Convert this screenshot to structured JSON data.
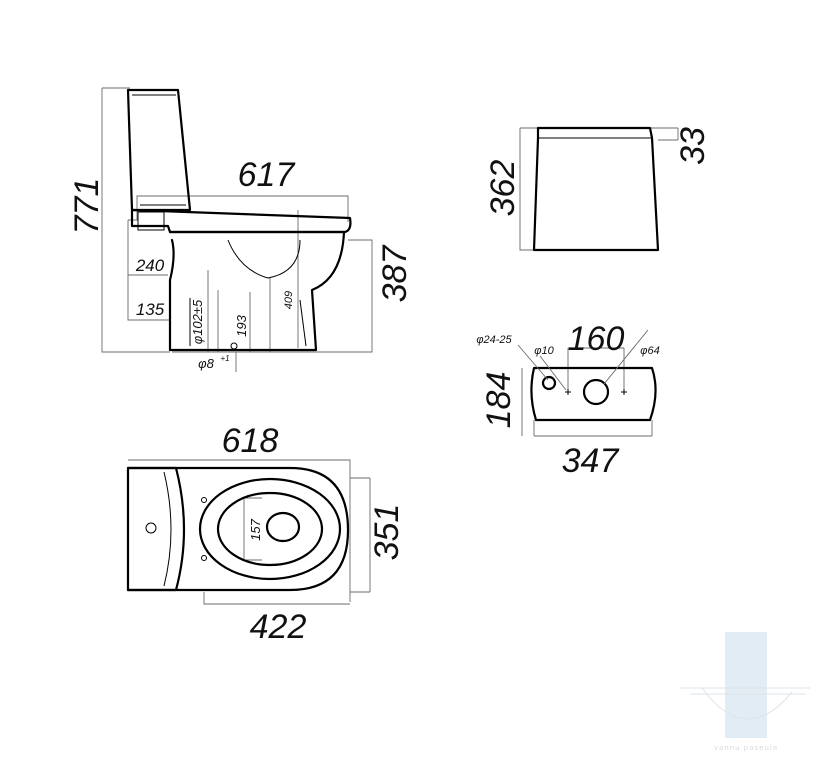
{
  "side_view": {
    "height_total": "771",
    "length": "617",
    "bowl_height": "387",
    "dim_240": "240",
    "dim_135": "135",
    "drain_offset": "φ102±5",
    "dim_193": "193",
    "dim_409": "409",
    "fixing_hole": "φ8",
    "fixing_hole_tol": "+1"
  },
  "tank_front": {
    "height": "362",
    "lid_height": "33"
  },
  "tank_top": {
    "hole_spacing": "160",
    "hole_a": "φ24-25",
    "hole_b": "φ10",
    "hole_c": "φ64",
    "depth": "184",
    "width": "347"
  },
  "top_view": {
    "length": "618",
    "width": "351",
    "bolt_distance": "422",
    "bolt_spacing": "157"
  },
  "watermark": {
    "text": "vannu paseule",
    "color": "#cfe0ef"
  }
}
